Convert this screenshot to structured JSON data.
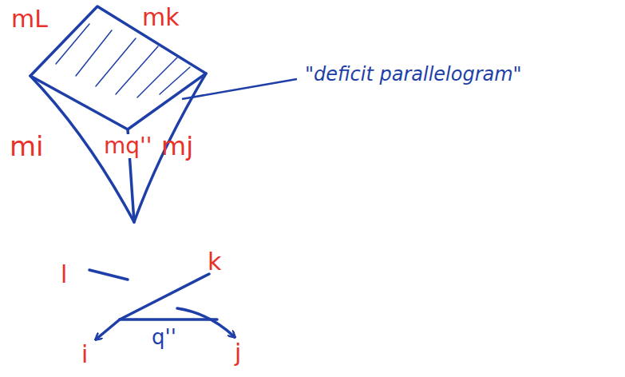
{
  "diagram": {
    "labels": [
      "mL",
      "mk",
      "mi",
      "mq''",
      "mj",
      "\"deficit parallelogram\"",
      "l",
      "k",
      "i",
      "q''",
      "j"
    ]
  }
}
